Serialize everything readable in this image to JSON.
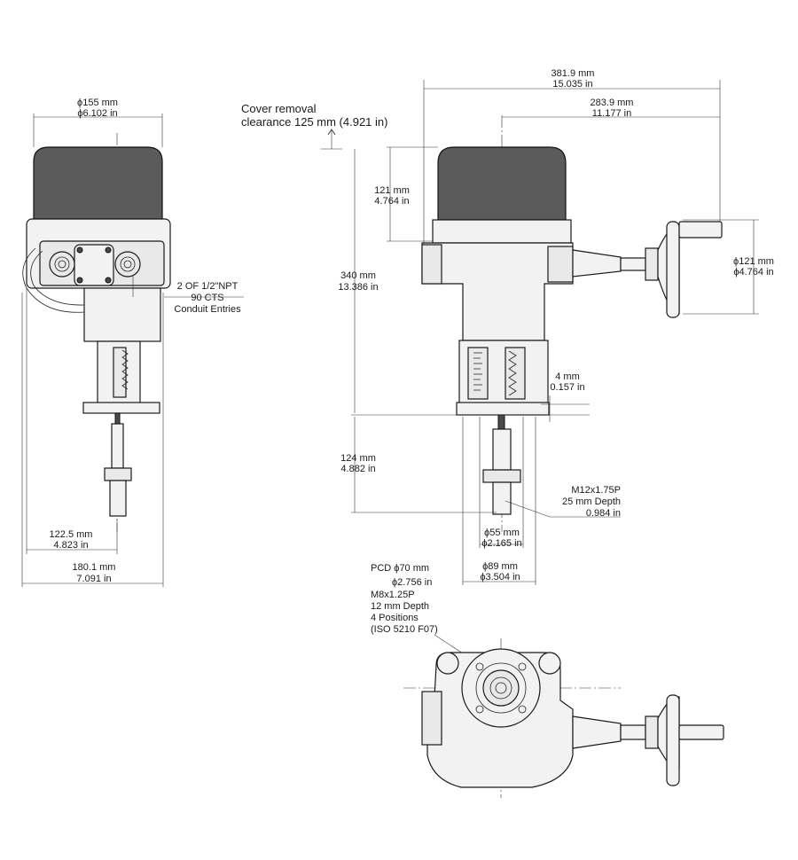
{
  "colors": {
    "line": "#222222",
    "cover": "#5b5b5b",
    "body": "#f2f2f2"
  },
  "front_view": {
    "top_width": {
      "mm": "ϕ155 mm",
      "in": "ϕ6.102 in"
    },
    "conduit": {
      "line1": "2 OF 1/2\"NPT",
      "line2": "90 CTS",
      "line3": "Conduit Entries"
    },
    "width_122": {
      "mm": "122.5 mm",
      "in": "4.823 in"
    },
    "width_180": {
      "mm": "180.1 mm",
      "in": "7.091 in"
    }
  },
  "side_view": {
    "cover_removal": {
      "line1": "Cover removal",
      "line2": "clearance 125 mm (4.921 in)"
    },
    "overall_381": {
      "mm": "381.9 mm",
      "in": "15.035 in"
    },
    "overall_283": {
      "mm": "283.9 mm",
      "in": "11.177 in"
    },
    "height_121": {
      "mm": "121 mm",
      "in": "4.764 in"
    },
    "height_340": {
      "mm": "340 mm",
      "in": "13.386 in"
    },
    "handwheel": {
      "mm": "ϕ121 mm",
      "in": "ϕ4.764 in"
    },
    "gap_4": {
      "mm": "4 mm",
      "in": "0.157 in"
    },
    "height_124": {
      "mm": "124 mm",
      "in": "4.882 in"
    },
    "thread": {
      "line1": "M12x1.75P",
      "line2": "25 mm Depth",
      "line3": "0.984 in"
    },
    "dia_55": {
      "mm": "ϕ55 mm",
      "in": "ϕ2.165 in"
    },
    "dia_89": {
      "mm": "ϕ89 mm",
      "in": "ϕ3.504 in"
    }
  },
  "bottom_view": {
    "pcd": {
      "line1": "PCD ϕ70 mm",
      "line2": "ϕ2.756 in",
      "line3": "M8x1.25P",
      "line4": "12 mm Depth",
      "line5": "4 Positions",
      "line6": "(ISO 5210 F07)"
    }
  }
}
